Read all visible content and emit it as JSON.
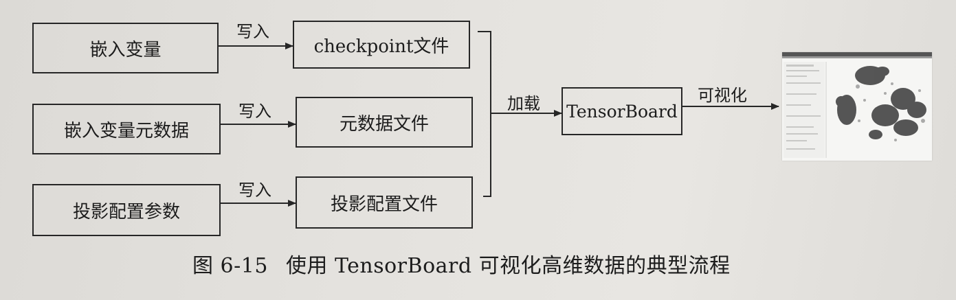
{
  "boxes": {
    "embed_var": "嵌入变量",
    "embed_meta": "嵌入变量元数据",
    "proj_params": "投影配置参数",
    "checkpoint_file": "checkpoint文件",
    "meta_file": "元数据文件",
    "proj_file": "投影配置文件",
    "tensorboard": "TensorBoard"
  },
  "edge_labels": {
    "write_1": "写入",
    "write_2": "写入",
    "write_3": "写入",
    "load": "加载",
    "visualize": "可视化"
  },
  "caption": {
    "number": "图 6-15",
    "text": "使用 TensorBoard 可视化高维数据的典型流程"
  },
  "colors": {
    "line": "#262626",
    "background": "#e4e2de"
  },
  "icons": {
    "visualization": "tensorboard-projector-screenshot-thumbnail"
  }
}
